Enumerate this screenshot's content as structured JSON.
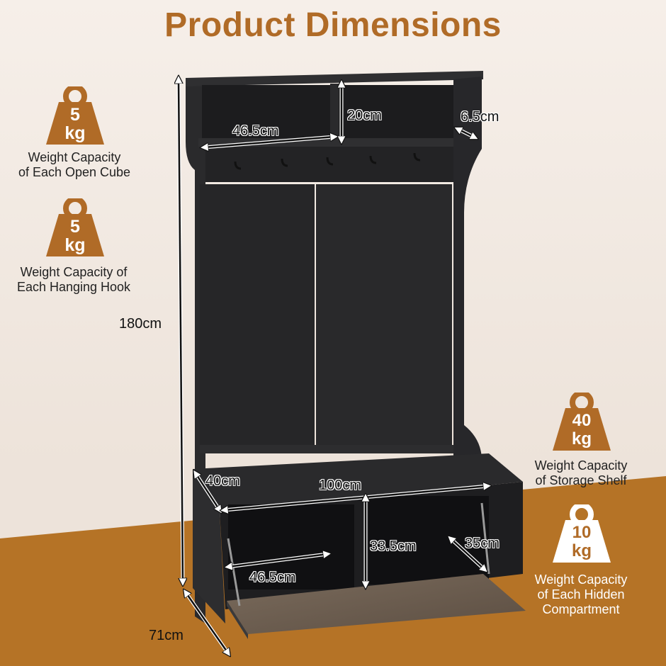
{
  "title": "Product Dimensions",
  "weights": [
    {
      "value": "5",
      "unit": "kg",
      "caption_line1": "Weight Capacity",
      "caption_line2": "of Each Open Cube",
      "caption_line3": ""
    },
    {
      "value": "5",
      "unit": "kg",
      "caption_line1": "Weight Capacity of",
      "caption_line2": "Each Hanging Hook",
      "caption_line3": ""
    },
    {
      "value": "40",
      "unit": "kg",
      "caption_line1": "Weight Capacity",
      "caption_line2": "of Storage Shelf",
      "caption_line3": ""
    },
    {
      "value": "10",
      "unit": "kg",
      "caption_line1": "Weight Capacity",
      "caption_line2": "of Each Hidden",
      "caption_line3": "Compartment"
    }
  ],
  "dimensions": {
    "height_total": "180cm",
    "cube_width": "46.5cm",
    "cube_height": "20cm",
    "top_depth": "6.5cm",
    "bench_depth": "40cm",
    "bench_width": "100cm",
    "compartment_width": "46.5cm",
    "compartment_height": "33.5cm",
    "compartment_depth": "35cm",
    "door_open": "71cm"
  },
  "colors": {
    "accent": "#b06b27",
    "floor": "#b57326",
    "cabinet": "#1f1f21"
  }
}
